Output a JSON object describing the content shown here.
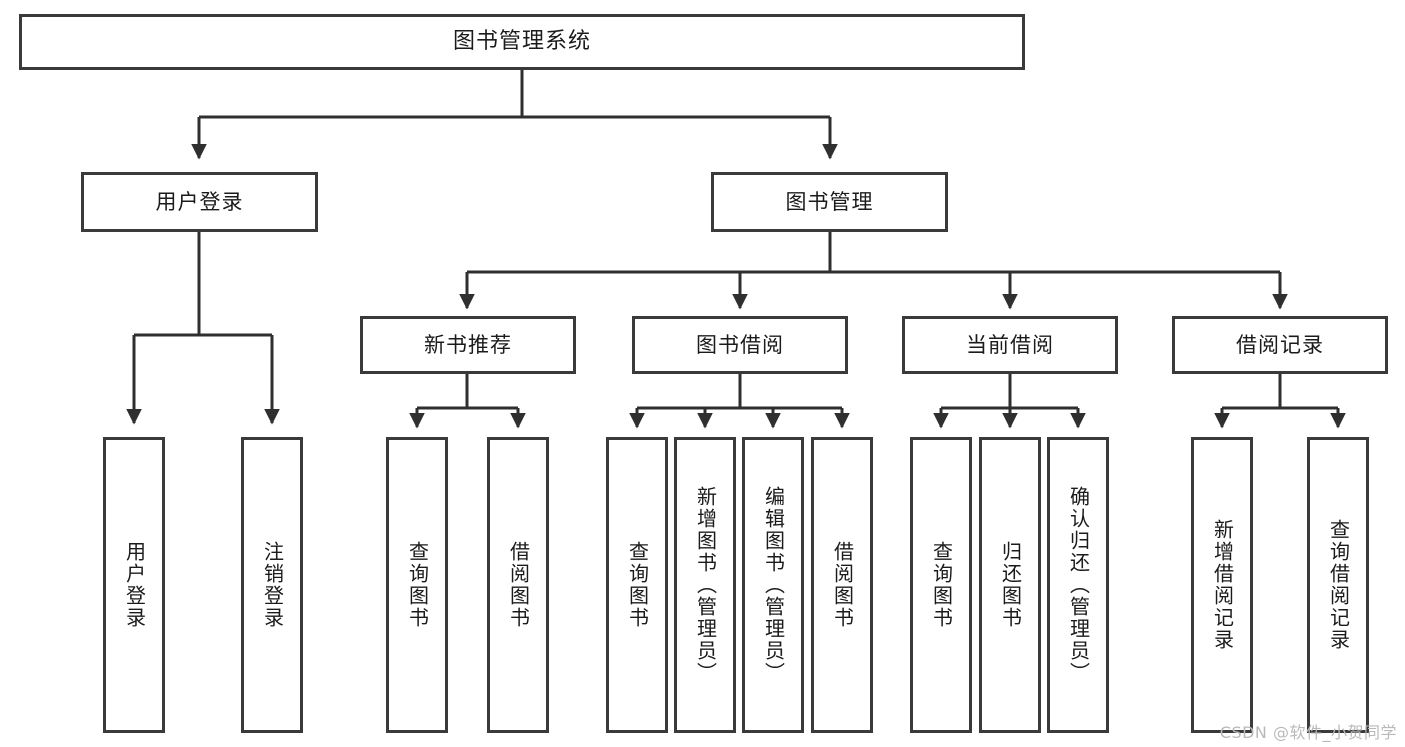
{
  "diagram": {
    "title": "图书管理系统",
    "type": "hierarchy-tree",
    "root": {
      "id": "root",
      "label": "图书管理系统"
    },
    "level2": [
      {
        "id": "user-login",
        "label": "用户登录"
      },
      {
        "id": "book-manage",
        "label": "图书管理"
      }
    ],
    "level3": [
      {
        "id": "new-book-recommend",
        "label": "新书推荐"
      },
      {
        "id": "book-borrow",
        "label": "图书借阅"
      },
      {
        "id": "current-borrow",
        "label": "当前借阅"
      },
      {
        "id": "borrow-record",
        "label": "借阅记录"
      }
    ],
    "leaves": {
      "user_login": [
        {
          "id": "leaf-user-login",
          "label": "用户登录"
        },
        {
          "id": "leaf-logout-login",
          "label": "注销登录"
        }
      ],
      "new_book_recommend": [
        {
          "id": "leaf-query-book-1",
          "label": "查询图书"
        },
        {
          "id": "leaf-borrow-book-1",
          "label": "借阅图书"
        }
      ],
      "book_borrow": [
        {
          "id": "leaf-query-book-2",
          "label": "查询图书"
        },
        {
          "id": "leaf-add-book",
          "label": "新增图书（管理员）"
        },
        {
          "id": "leaf-edit-book",
          "label": "编辑图书（管理员）"
        },
        {
          "id": "leaf-borrow-book-2",
          "label": "借阅图书"
        }
      ],
      "current_borrow": [
        {
          "id": "leaf-query-book-3",
          "label": "查询图书"
        },
        {
          "id": "leaf-return-book",
          "label": "归还图书"
        },
        {
          "id": "leaf-confirm-return",
          "label": "确认归还（管理员）"
        }
      ],
      "borrow_record": [
        {
          "id": "leaf-add-record",
          "label": "新增借阅记录"
        },
        {
          "id": "leaf-query-record",
          "label": "查询借阅记录"
        }
      ]
    }
  },
  "watermark": {
    "text": "CSDN @软件_小贺同学"
  },
  "colors": {
    "box_border": "#3a3a3a",
    "box_fill": "#ffffff",
    "text": "#1b1b1b",
    "connector": "#2f2f2f",
    "watermark": "#b9b9b9",
    "background": "#ffffff"
  }
}
